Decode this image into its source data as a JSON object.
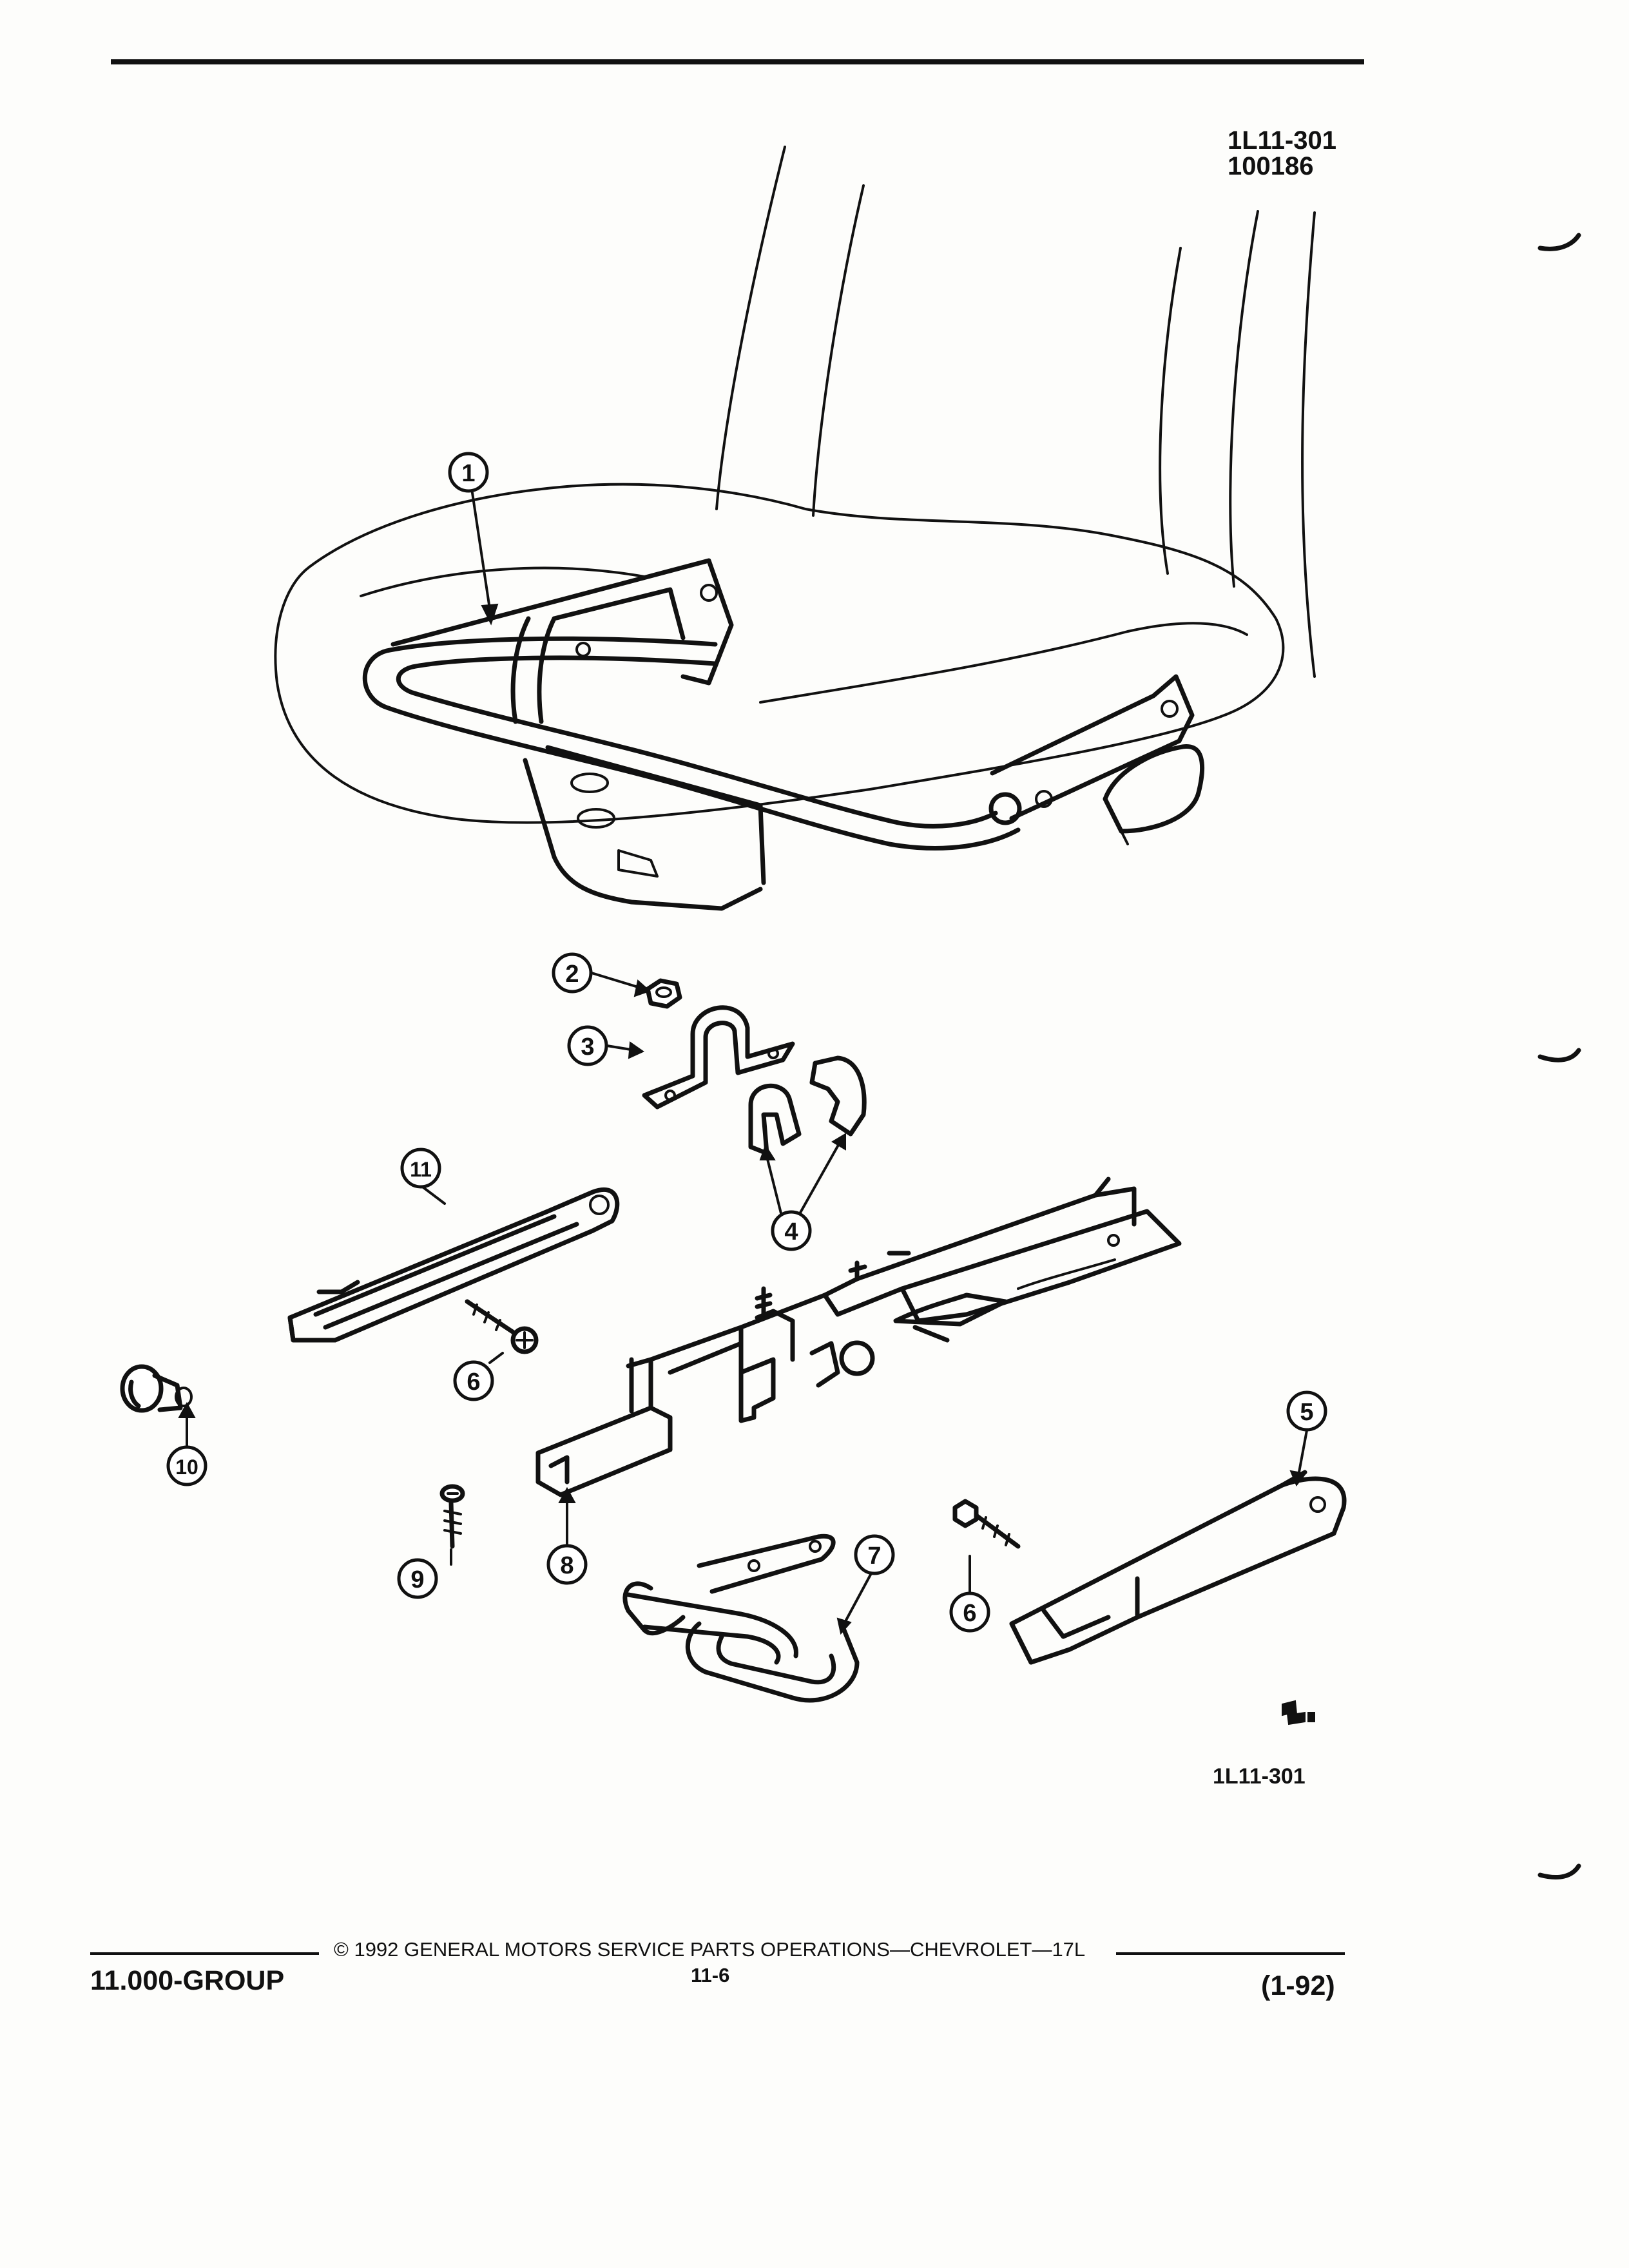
{
  "header": {
    "figure_id": "1L11-301",
    "date_code": "100186"
  },
  "callouts": {
    "c1": "1",
    "c2": "2",
    "c3": "3",
    "c4": "4",
    "c5": "5",
    "c6a": "6",
    "c6b": "6",
    "c7": "7",
    "c8": "8",
    "c9": "9",
    "c10": "10",
    "c11": "11"
  },
  "footer": {
    "figure_id": "1L11-301",
    "copyright": "© 1992 GENERAL MOTORS SERVICE PARTS OPERATIONS—CHEVROLET—17L",
    "group": "11.000-GROUP",
    "page_number": "11-6",
    "revision": "(1-92)"
  }
}
